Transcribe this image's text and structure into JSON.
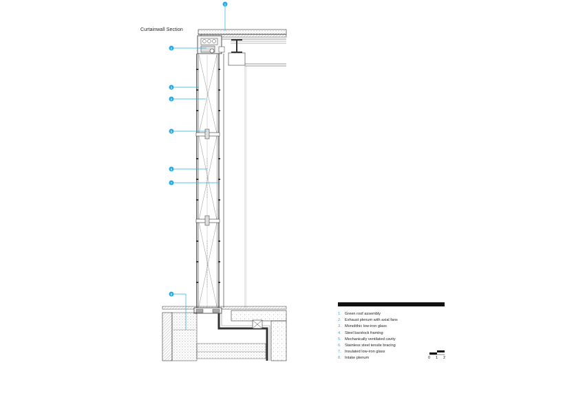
{
  "title": "Curtainwall Section",
  "colors": {
    "accent": "#29abe2",
    "line": "#333333",
    "legend_bar": "#111111"
  },
  "markers": [
    {
      "id": "1",
      "callout": "1"
    },
    {
      "id": "2",
      "callout": "2"
    },
    {
      "id": "3",
      "callout": "3"
    },
    {
      "id": "4",
      "callout": "4"
    },
    {
      "id": "5",
      "callout": "5"
    },
    {
      "id": "6",
      "callout": "6"
    },
    {
      "id": "7",
      "callout": "7"
    },
    {
      "id": "8",
      "callout": "8"
    }
  ],
  "legend": [
    {
      "num": "1.",
      "label": "Green roof assembly"
    },
    {
      "num": "2.",
      "label": "Exhaust plenum with axial fans"
    },
    {
      "num": "3.",
      "label": "Monolithic low-iron glass"
    },
    {
      "num": "4.",
      "label": "Steel barstock framing"
    },
    {
      "num": "5.",
      "label": "Mechanically ventilated cavity"
    },
    {
      "num": "6.",
      "label": "Stainless steel tensile bracing"
    },
    {
      "num": "7.",
      "label": "Insulated low-iron glass"
    },
    {
      "num": "8.",
      "label": "Intake plenum"
    }
  ],
  "scale": {
    "labels": [
      "0",
      "1",
      "2"
    ]
  }
}
